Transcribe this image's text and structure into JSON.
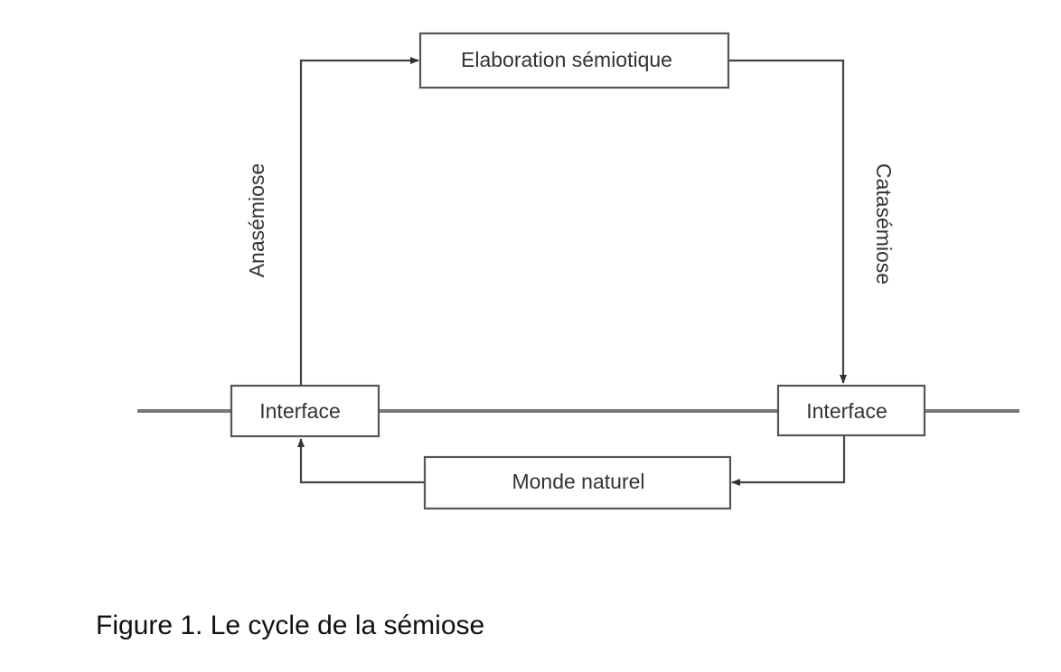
{
  "diagram": {
    "nodes": {
      "elaboration": {
        "label": "Elaboration sémiotique"
      },
      "interface_left": {
        "label": "Interface"
      },
      "interface_right": {
        "label": "Interface"
      },
      "monde": {
        "label": "Monde naturel"
      }
    },
    "edges": {
      "anasemiose": {
        "label": "Anasémiose",
        "from": "interface_left",
        "to": "elaboration"
      },
      "catasemiose": {
        "label": "Catasémiose",
        "from": "elaboration",
        "to": "interface_right"
      },
      "right_to_monde": {
        "from": "interface_right",
        "to": "monde"
      },
      "monde_to_left": {
        "from": "monde",
        "to": "interface_left"
      }
    },
    "colors": {
      "stroke": "#444444",
      "baseline": "#777777",
      "text": "#333333"
    }
  },
  "caption": "Figure 1. Le cycle de la sémiose"
}
